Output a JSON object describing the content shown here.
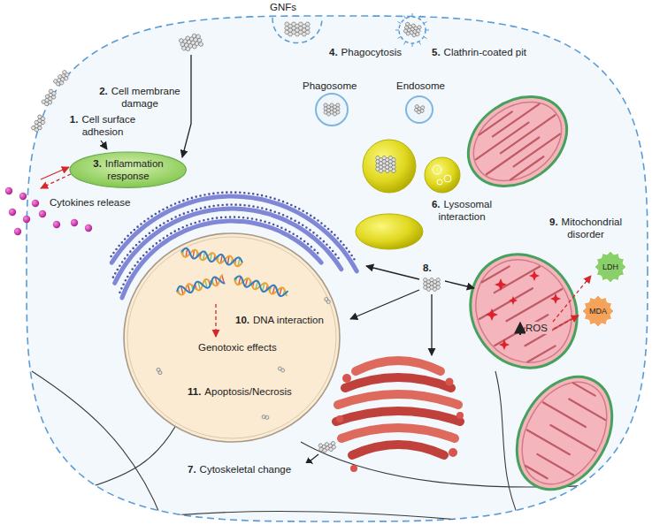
{
  "diagram": {
    "nodes": [
      {
        "text": [
          "3.",
          "Inflammation response"
        ]
      }
    ],
    "labels": [
      "GNFs",
      "1.",
      "Cell surface adhesion",
      "2.",
      "Cell membrane damage",
      "4.",
      "Phagocytosis",
      "5.",
      "Clathrin-coated pit",
      "Cytokines release",
      "Phagosome",
      "Endosome",
      "6.",
      "Lysosomal interaction",
      "9.",
      "Mitochondrial disorder",
      "8.",
      "10.",
      "DNA interaction",
      "ROS",
      "LDH",
      "MDA",
      "Genotoxic effects",
      "11.",
      "Apoptosis/Necrosis",
      "7.",
      "Cytoskeletal change"
    ]
  }
}
